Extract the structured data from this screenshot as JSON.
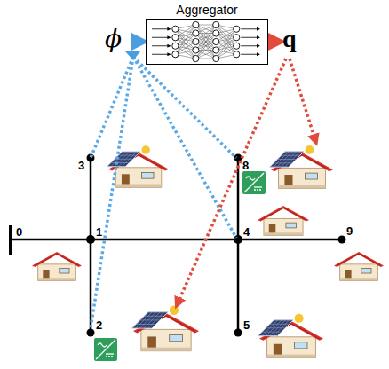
{
  "diagram": {
    "nodes": [
      {
        "text": [
          "Aggregator"
        ]
      }
    ],
    "labels": [
      "ϕ",
      "q",
      "3",
      "8",
      "0",
      "1",
      "4",
      "9",
      "2",
      "5"
    ]
  }
}
